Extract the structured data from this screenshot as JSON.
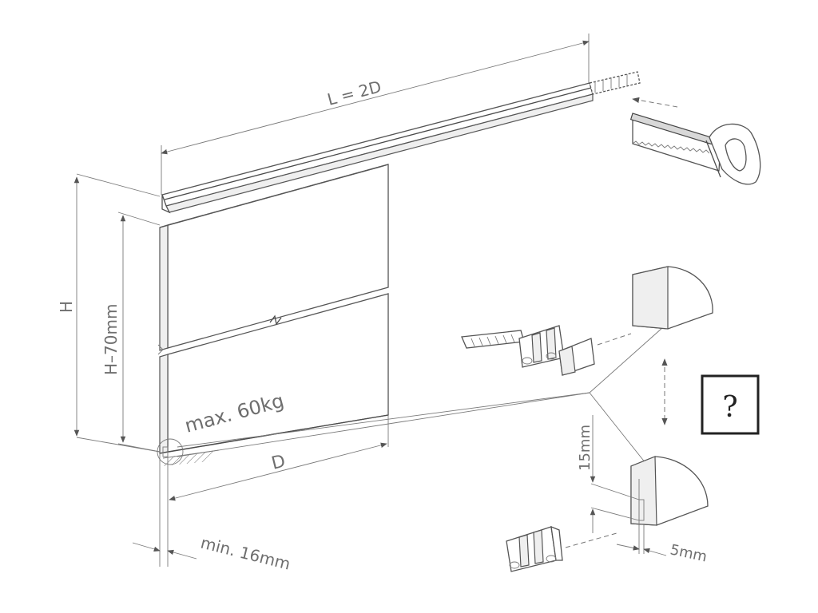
{
  "labels": {
    "rail_length": "L = 2D",
    "height": "H",
    "door_height": "H–70mm",
    "max_weight": "max. 60kg",
    "door_width": "D",
    "min_thickness": "min. 16mm",
    "guide_height": "15mm",
    "groove_width": "5mm"
  },
  "help": {
    "symbol": "?"
  },
  "icons": [
    "saw-icon",
    "question-mark-icon"
  ]
}
